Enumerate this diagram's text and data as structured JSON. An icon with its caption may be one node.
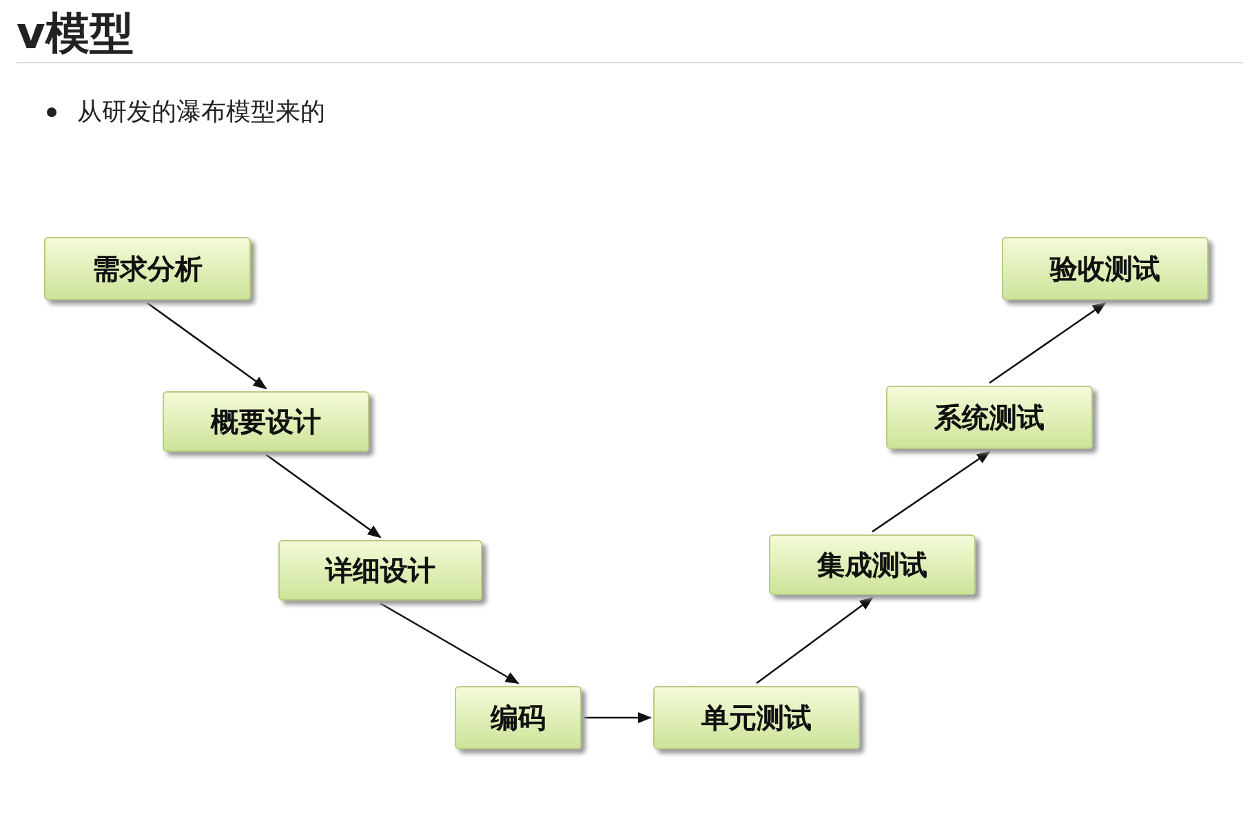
{
  "diagram": {
    "title": "v模型",
    "nodes": [
      {
        "text": [
          "需求分析"
        ]
      },
      {
        "text": [
          "概要设计"
        ]
      },
      {
        "text": [
          "详细设计"
        ]
      },
      {
        "text": [
          "编码"
        ]
      },
      {
        "text": [
          "单元测试"
        ]
      },
      {
        "text": [
          "集成测试"
        ]
      },
      {
        "text": [
          "系统测试"
        ]
      },
      {
        "text": [
          "验收测试"
        ]
      }
    ],
    "edges": [
      {
        "from": 0,
        "to": 1,
        "arrow": "to"
      },
      {
        "from": 1,
        "to": 2,
        "arrow": "to"
      },
      {
        "from": 2,
        "to": 3,
        "arrow": "to"
      },
      {
        "from": 3,
        "to": 4,
        "arrow": "to"
      },
      {
        "from": 4,
        "to": 5,
        "arrow": "to"
      },
      {
        "from": 5,
        "to": 6,
        "arrow": "to"
      },
      {
        "from": 6,
        "to": 7,
        "arrow": "to"
      }
    ],
    "labels": [
      "从研发的瀑布模型来的"
    ]
  }
}
